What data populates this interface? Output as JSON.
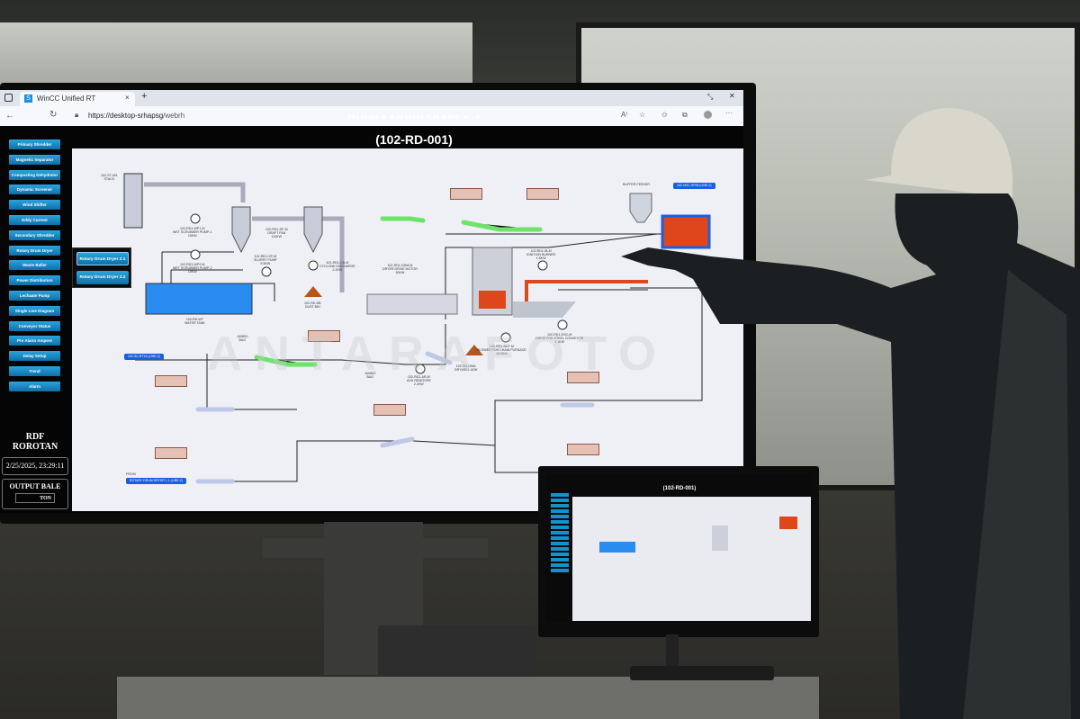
{
  "browser": {
    "tab_title": "WinCC Unified RT",
    "tab_icon": "S",
    "url_host": "https://desktop-srhapsg",
    "url_path": "/webrh"
  },
  "hmi": {
    "title_line1": "Rotary Drum Dryer 2.1",
    "title_line2": "(102-RD-001)",
    "nav": [
      "Primary Shredder",
      "Magnetic Separator",
      "Composting Dehydrator",
      "Dynamic Screener",
      "Wind Shifter",
      "Eddy Current",
      "Secondary Shredder",
      "Rotary Drum Dryer",
      "Waste Baller",
      "Power Distribution",
      "Lechaate Pump",
      "Single Line Diagram",
      "Conveyor Status",
      "Pre Alarm Ampere",
      "Delay Setup",
      "Trend",
      "Alarm"
    ],
    "sub_nav": [
      "Rotary Drum Dryer 2.1",
      "Rotary Drum Dryer 2.2"
    ],
    "site": "RDF\nROROTAN",
    "datetime": "2/25/2025, 23:29:11",
    "output_label": "OUTPUT BALE",
    "output_unit": "TON",
    "labels": {
      "stack": "102-ST-001\nSTACK",
      "wp1": "102-RD1-WP1-M\nWET SCRUBBER PUMP-1\n15KW",
      "wp2": "102-RD1-WP2-M\nWET SCRUBBER PUMP-2\n15KW",
      "df": "102-RD1-DF-M\nDRAFT FAN\n110KW",
      "sp": "102-RD1-SP-M\nSLURRY PUMP\n5.5KW",
      "cd": "102-RD1-CD-M\nCYCLONE DISCHARGE\n2.2KW",
      "db": "102-RD-DB\nDUST BIN",
      "wt": "102-RD-WT\nWATER TANK",
      "ddm": "102-RD1-DDM-M\nDRYER DRIVE MOTOR\n30KW",
      "ib": "102-RD1-IB-M\nIGNITION BURNER\n1.8KW",
      "bcf": "102-RD1-BCF-M\nBLOWER FOR CHAIN FURNACE\n18.5KW",
      "dsc": "102-RD1-DSC-M\nDRIVE FOR STEEL CONVEYOR\n1.1KW",
      "bf": "BUFFER FEEDER",
      "dwa": "102-RD-DWA\nDRYWELL ASH",
      "ar": "102-RD1-AR-M\nASH REMOVER\n2.2KW",
      "jumbo": "JUMBO\nBAG",
      "from": "FROM",
      "tag_out": "102-SC-BT1A (LINE-2)",
      "tag_in": "ROTARY DRUM DRYER 1.1 (LINE-2)",
      "tag_top": "102-HOC-SF08 (LINE-2)"
    },
    "small_title": "(102-RD-001)"
  },
  "watermark": "ANTARAFOTO"
}
